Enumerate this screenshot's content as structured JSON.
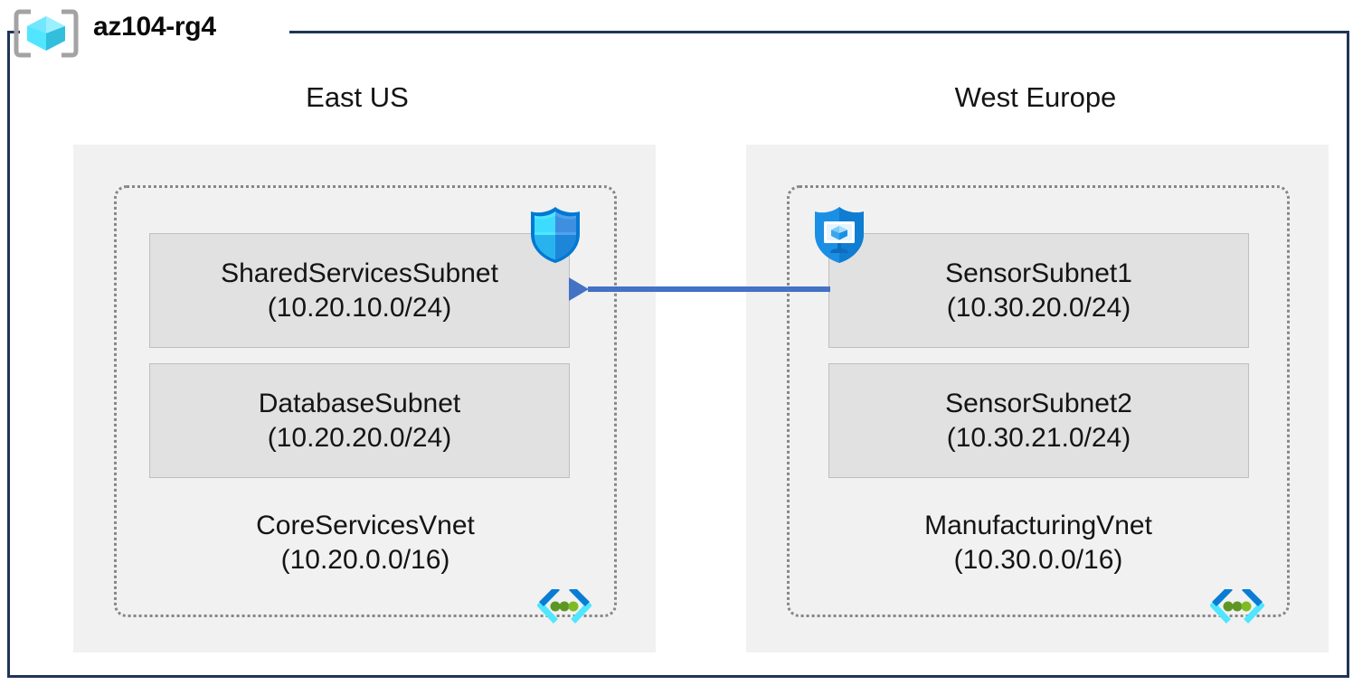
{
  "resource_group": {
    "name": "az104-rg4",
    "icon": "resource-group-cube-icon"
  },
  "regions": [
    {
      "label": "East US",
      "vnet": {
        "name": "CoreServicesVnet",
        "cidr": "(10.20.0.0/16)",
        "icon": "virtual-network-icon",
        "subnets": [
          {
            "name": "SharedServicesSubnet",
            "cidr": "(10.20.10.0/24)",
            "badge": "network-security-group-shield-icon"
          },
          {
            "name": "DatabaseSubnet",
            "cidr": "(10.20.20.0/24)",
            "badge": null
          }
        ]
      }
    },
    {
      "label": "West Europe",
      "vnet": {
        "name": "ManufacturingVnet",
        "cidr": "(10.30.0.0/16)",
        "icon": "virtual-network-icon",
        "subnets": [
          {
            "name": "SensorSubnet1",
            "cidr": "(10.30.20.0/24)",
            "badge": "bastion-shield-monitor-icon"
          },
          {
            "name": "SensorSubnet2",
            "cidr": "(10.30.21.0/24)",
            "badge": null
          }
        ]
      }
    }
  ],
  "connection": {
    "name": "vnet-peering-arrow",
    "direction": "right-to-left",
    "from": "SensorSubnet1",
    "to": "SharedServicesSubnet"
  },
  "colors": {
    "frame": "#1f3557",
    "region_fill": "#f1f1f1",
    "vnet_border": "#868686",
    "subnet_fill": "#e1e1e1",
    "subnet_border": "#bfbfbf",
    "arrow": "#4472c4",
    "azure_blue": "#0078d4",
    "cyan": "#50e6ff",
    "green": "#5e9624"
  }
}
